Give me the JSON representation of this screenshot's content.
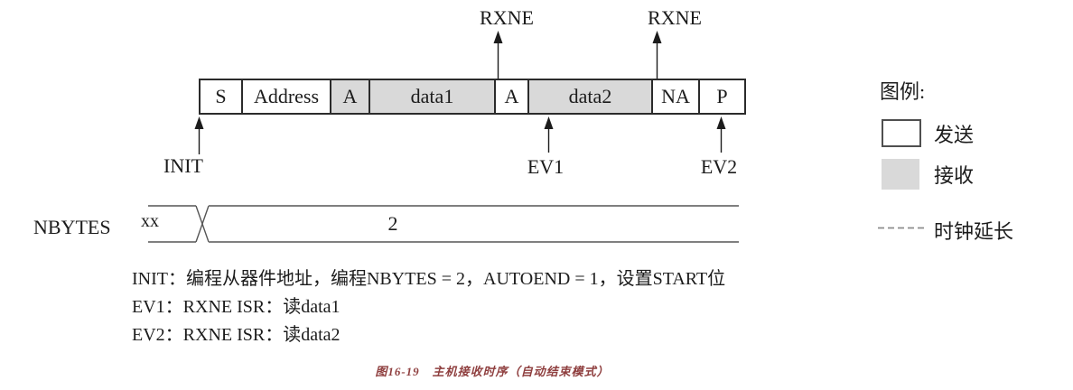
{
  "figure": {
    "rxne_markers": [
      {
        "label": "RXNE"
      },
      {
        "label": "RXNE"
      }
    ],
    "frame_boxes": [
      {
        "label": "S",
        "type": "send"
      },
      {
        "label": "Address",
        "type": "send"
      },
      {
        "label": "A",
        "type": "receive"
      },
      {
        "label": "data1",
        "type": "receive"
      },
      {
        "label": "A",
        "type": "send"
      },
      {
        "label": "data2",
        "type": "receive"
      },
      {
        "label": "NA",
        "type": "send"
      },
      {
        "label": "P",
        "type": "send"
      }
    ],
    "event_markers": {
      "init": "INIT",
      "ev1": "EV1",
      "ev2": "EV2"
    },
    "nbytes": {
      "label": "NBYTES",
      "value_before": "xx",
      "value_after": "2"
    },
    "legend": {
      "title": "图例:",
      "send": "发送",
      "receive": "接收",
      "clock_stretch": "时钟延长"
    },
    "notes": [
      "INIT：编程从器件地址，编程NBYTES = 2，AUTOEND = 1，设置START位",
      "EV1：RXNE ISR：读data1",
      "EV2：RXNE ISR：读data2"
    ],
    "caption": "图16-19　主机接收时序（自动结束模式）",
    "colors": {
      "send_fill": "#ffffff",
      "receive_fill": "#d9d9d9",
      "frame_border": "#2b2b2b",
      "bus_line": "#7f7f7f",
      "caption_color": "#8f3f3f"
    }
  }
}
